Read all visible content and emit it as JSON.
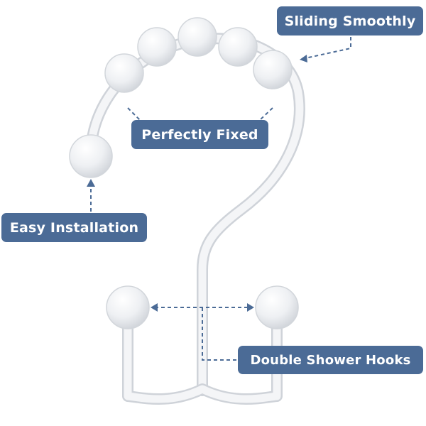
{
  "callouts": {
    "sliding": "Sliding Smoothly",
    "fixed": "Perfectly Fixed",
    "easy": "Easy Installation",
    "double": "Double Shower Hooks"
  },
  "colors": {
    "callout_bg": "#4b6b96",
    "callout_text": "#ffffff",
    "dashed_line": "#4b6b96",
    "hook_body": "#f3f4f6",
    "bead": "#eceef1",
    "background": "#ffffff"
  },
  "icons": {
    "hook": "shower-hook-icon",
    "bead": "roller-bead-icon"
  }
}
